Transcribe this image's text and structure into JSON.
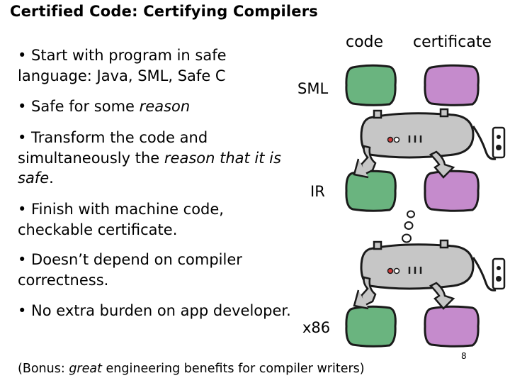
{
  "title": "Certified Code: Certifying Compilers",
  "bullets": [
    {
      "segments": [
        {
          "text": "• Start with program in safe language: Java, SML, Safe C",
          "italic": false
        }
      ]
    },
    {
      "segments": [
        {
          "text": "• Safe for some ",
          "italic": false
        },
        {
          "text": "reason",
          "italic": true
        }
      ]
    },
    {
      "segments": [
        {
          "text": "• Transform the code and simultaneously the ",
          "italic": false
        },
        {
          "text": "reason that it is safe",
          "italic": true
        },
        {
          "text": ".",
          "italic": false
        }
      ]
    },
    {
      "segments": [
        {
          "text": "• Finish with machine code, checkable certificate.",
          "italic": false
        }
      ]
    },
    {
      "segments": [
        {
          "text": "• Doesn’t depend on compiler correctness.",
          "italic": false
        }
      ]
    },
    {
      "segments": [
        {
          "text": "• No extra burden on app developer.",
          "italic": false
        }
      ]
    }
  ],
  "diagram": {
    "col_code": "code",
    "col_certificate": "certificate",
    "stages": [
      "SML",
      "IR",
      "x86"
    ],
    "colors": {
      "code": "#6ab47f",
      "certificate": "#c58bcc",
      "machine": "#c6c6c6",
      "outline": "#1a1a1a"
    },
    "icons": [
      "compiler-machine-icon",
      "power-plug-icon",
      "thought-bubbles-icon"
    ]
  },
  "bonus": {
    "segments": [
      {
        "text": "(Bonus: ",
        "italic": false
      },
      {
        "text": "great",
        "italic": true
      },
      {
        "text": " engineering benefits for compiler writers)",
        "italic": false
      }
    ]
  },
  "page_number": "8"
}
